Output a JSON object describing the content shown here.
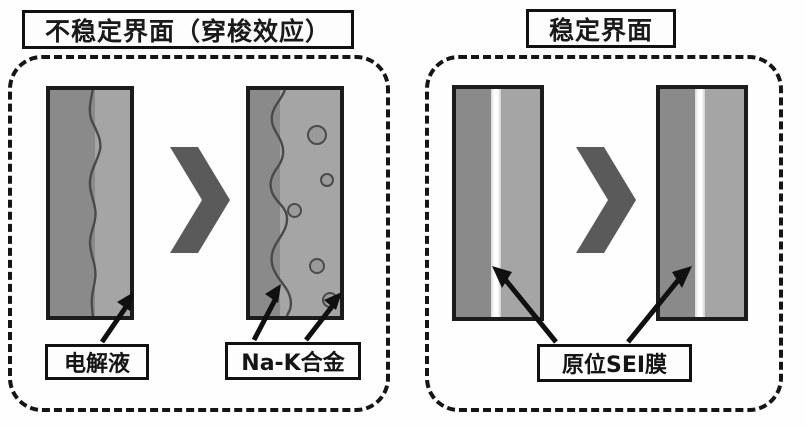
{
  "figure": {
    "type": "schematic-comparison",
    "panels": [
      {
        "id": "unstable",
        "title": "不稳定界面（穿梭效应）",
        "stage_before": {
          "name": "unstable-before",
          "left_region_label": "电解液",
          "right_region_label": "Na-K合金",
          "interface": "wavy",
          "bubbles": 0
        },
        "stage_after": {
          "name": "unstable-after",
          "interface": "wavy",
          "bubbles": 5
        },
        "transition_icon": "chevron-right-icon",
        "labels": [
          {
            "id": "electrolyte",
            "text": "电解液"
          },
          {
            "id": "nak-alloy",
            "text": "Na-K合金"
          }
        ]
      },
      {
        "id": "stable",
        "title": "稳定界面",
        "stage_before": {
          "name": "stable-before",
          "interface": "sei-film",
          "bubbles": 0
        },
        "stage_after": {
          "name": "stable-after",
          "interface": "sei-film",
          "bubbles": 0
        },
        "transition_icon": "chevron-right-icon",
        "labels": [
          {
            "id": "sei-film",
            "text": "原位SEI膜"
          }
        ]
      }
    ]
  },
  "titles": {
    "left": "不稳定界面（穿梭效应）",
    "right": "稳定界面"
  },
  "labels": {
    "electrolyte": "电解液",
    "nak_alloy": "Na-K合金",
    "sei_film": "原位SEI膜"
  },
  "colors": {
    "outline": "#1c1c1c",
    "electrolyte_gray": "#8a8a8a",
    "alloy_gray": "#a5a5a5",
    "sei_white": "#ffffff",
    "chevron_gray": "#5a5a5a",
    "dashed_border": "#151515",
    "background": "#ffffff"
  },
  "icons": {
    "transition": "chevron-right-icon",
    "pointer": "arrow-pointer-icon"
  }
}
